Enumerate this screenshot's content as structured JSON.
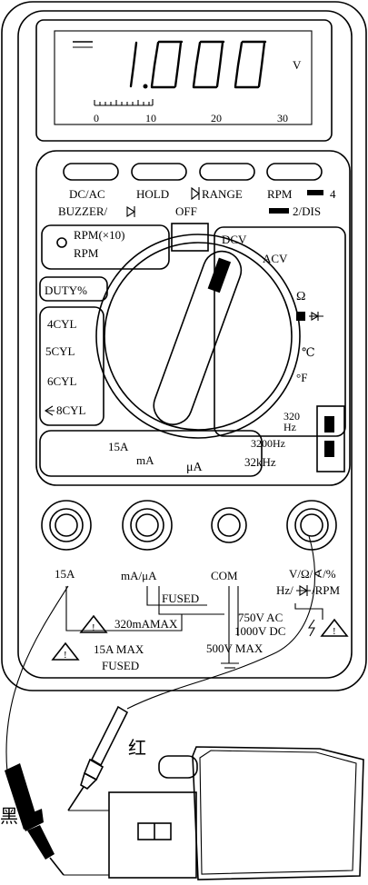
{
  "display": {
    "reading": "1.000",
    "unit": "V",
    "scale_ticks": [
      "0",
      "10",
      "20",
      "30"
    ]
  },
  "buttons": {
    "dc_ac": "DC/AC",
    "hold": "HOLD",
    "range": "RANGE",
    "rpm": "RPM",
    "rpm_suffix": "4",
    "dis_suffix": "2/DIS",
    "buzzer": "BUZZER/",
    "off": "OFF"
  },
  "dial": {
    "rpm_x10": "RPM(×10)",
    "rpm": "RPM",
    "duty": "DUTY%",
    "cyl": [
      "4CYL",
      "5CYL",
      "6CYL",
      "8CYL"
    ],
    "dcv": "DCV",
    "acv": "ACV",
    "ohm": "Ω",
    "celsius": "℃",
    "fahrenheit": "°F",
    "hz_320": "320",
    "hz_unit": "Hz",
    "hz_3200": "3200Hz",
    "khz": "32kHz",
    "ua": "μA",
    "ma": "mA",
    "a15": "15A"
  },
  "jacks": {
    "a15": "15A",
    "ma_ua": "mA/μA",
    "com": "COM",
    "v_ohm": "V/Ω/∢/%",
    "hz_rpm": "Hz/",
    "hz_rpm_tail": "/RPM"
  },
  "warnings": {
    "fused": "FUSED",
    "ma_max": "320mAMAX",
    "a_max": "15A MAX",
    "fused2": "FUSED",
    "ac": "750V AC",
    "dc": "1000V DC",
    "v_max": "500V MAX"
  },
  "probes": {
    "red": "红",
    "black": "黑"
  }
}
